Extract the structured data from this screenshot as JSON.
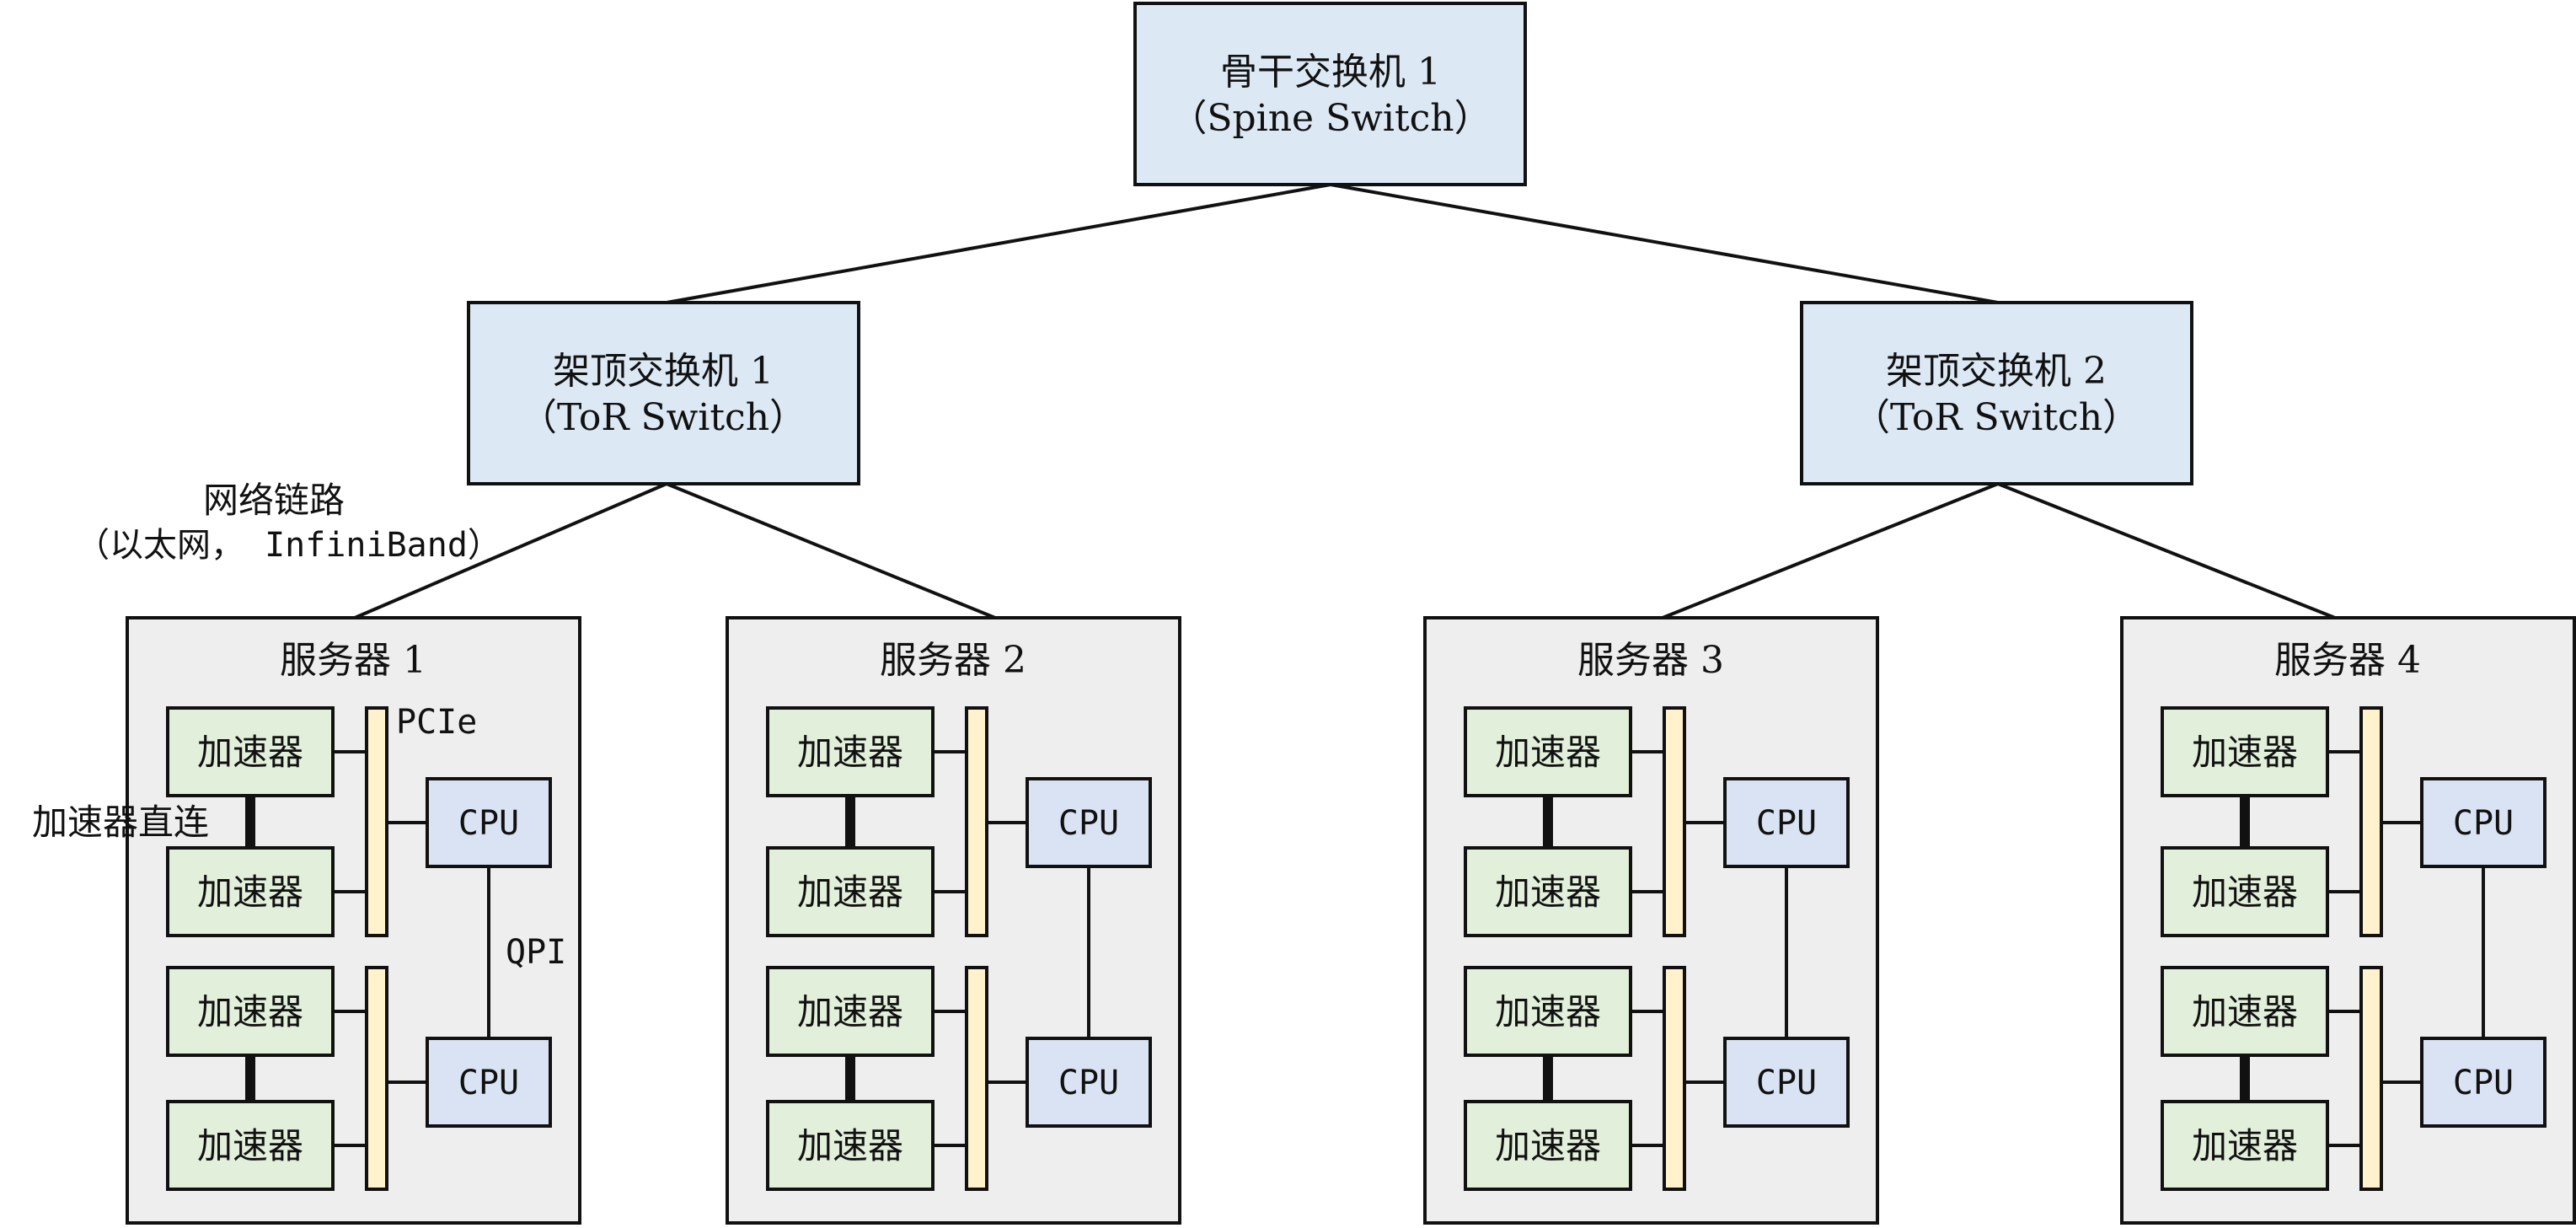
{
  "spine": {
    "line1": "骨干交换机 1",
    "line2": "（Spine Switch）"
  },
  "tor": [
    {
      "line1": "架顶交换机 1",
      "line2": "（ToR Switch）"
    },
    {
      "line1": "架顶交换机 2",
      "line2": "（ToR Switch）"
    }
  ],
  "servers": [
    {
      "title": "服务器 1"
    },
    {
      "title": "服务器 2"
    },
    {
      "title": "服务器 3"
    },
    {
      "title": "服务器 4"
    }
  ],
  "labels": {
    "accelerator": "加速器",
    "cpu": "CPU",
    "pcie": "PCIe",
    "qpi": "QPI",
    "direct_link": "加速器直连",
    "network_line1": "网络链路",
    "network_line2": "（以太网， InfiniBand）"
  },
  "colors": {
    "switch_fill": "#dce9f5",
    "server_fill": "#eeeeee",
    "accelerator_fill": "#e2efda",
    "cpu_fill": "#dae3f3",
    "pcie_fill": "#fff2cc",
    "line": "#111111"
  }
}
